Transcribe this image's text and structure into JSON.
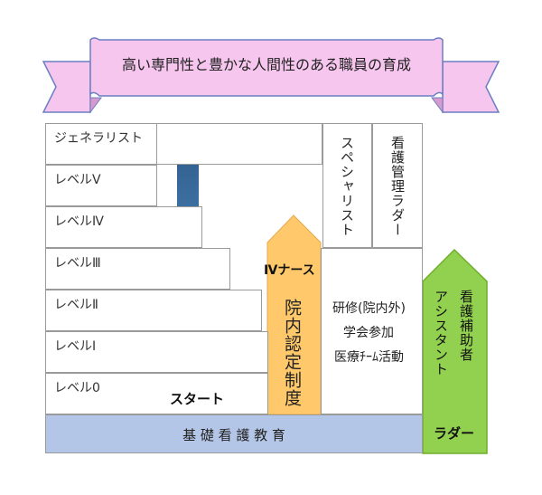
{
  "title": "高い専門性と豊かな人間性のある職員の育成",
  "levels": [
    "ジェネラリスト",
    "レベルⅤ",
    "レベルⅣ",
    "レベルⅢ",
    "レベルⅡ",
    "レベルⅠ",
    "レベル0"
  ],
  "start_label": "スタート",
  "iv_nurse_label": "Ⅳナース",
  "in_house_cert": "院内認定制度",
  "specialist": "スペシャリスト",
  "nursing_mgmt_ladder": "看護管理ラダー",
  "activities": [
    "研修(院内外)",
    "学会参加",
    "医療ﾁｰﾑ活動"
  ],
  "basic_education": "基 礎 看 護 教 育",
  "assistant_col1": "看護補助者",
  "assistant_col2": "アシスタント",
  "ladder_label": "ラダー",
  "colors": {
    "banner": "#f6c6ef",
    "banner_border": "#6b7fc0",
    "blue_arrow_top": "#2f5a88",
    "blue_arrow_bottom": "#5aa3de",
    "orange": "#ffc96b",
    "green": "#92d050",
    "base": "#b4c6e7"
  }
}
